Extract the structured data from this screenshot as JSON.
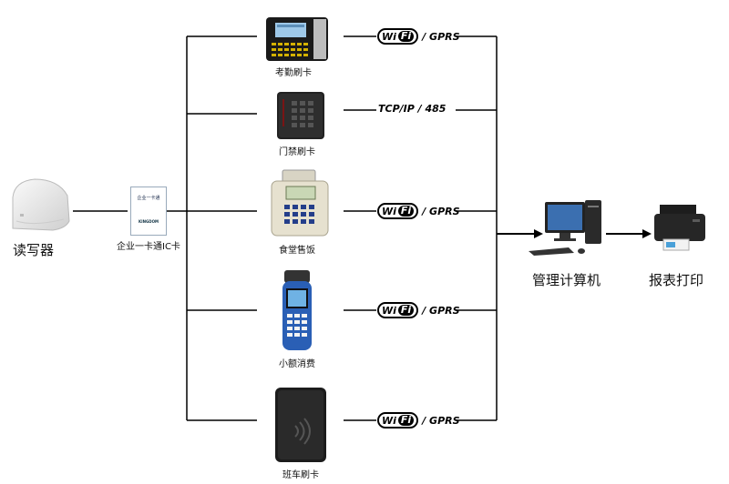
{
  "reader": {
    "label": "读写器"
  },
  "card": {
    "label": "企业一卡通IC卡",
    "face_top": "企业一卡通",
    "face_brand": "KINGDOM"
  },
  "devices": [
    {
      "label": "考勤刷卡",
      "icon": "attendance-terminal-icon"
    },
    {
      "label": "门禁刷卡",
      "icon": "access-control-reader-icon"
    },
    {
      "label": "食堂售饭",
      "icon": "canteen-pos-icon"
    },
    {
      "label": "小额消费",
      "icon": "handheld-pos-icon"
    },
    {
      "label": "班车刷卡",
      "icon": "bus-card-reader-icon"
    }
  ],
  "protocols": [
    {
      "wi": "Wi",
      "fi": "Fi",
      "rest": "/ GPRS"
    },
    {
      "text": "TCP/IP / 485"
    },
    {
      "wi": "Wi",
      "fi": "Fi",
      "rest": "/ GPRS"
    },
    {
      "wi": "Wi",
      "fi": "Fi",
      "rest": "/ GPRS"
    },
    {
      "wi": "Wi",
      "fi": "Fi",
      "rest": "/ GPRS"
    }
  ],
  "computer": {
    "label": "管理计算机"
  },
  "printer": {
    "label": "报表打印"
  }
}
